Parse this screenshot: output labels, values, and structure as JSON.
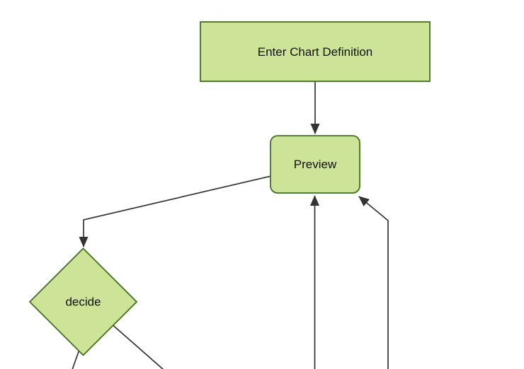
{
  "diagram": {
    "type": "flowchart",
    "direction": "top-down",
    "background": "#ffffff",
    "colors": {
      "node_fill": "#cde498",
      "node_border": "#41701f",
      "edge": "#333333",
      "text": "#111111"
    },
    "nodes": [
      {
        "id": "enter-chart-definition",
        "label": "Enter Chart Definition",
        "shape": "rectangle"
      },
      {
        "id": "preview",
        "label": "Preview",
        "shape": "rounded-rectangle"
      },
      {
        "id": "decide",
        "label": "decide",
        "shape": "diamond"
      }
    ],
    "edges": [
      {
        "from": "enter-chart-definition",
        "to": "preview",
        "arrow": "to"
      },
      {
        "from": "preview",
        "to": "decide",
        "arrow": "to"
      },
      {
        "from": "decide",
        "to": "offscreen-bottom-left",
        "arrow": "none-visible"
      },
      {
        "from": "decide",
        "to": "offscreen-bottom-right",
        "arrow": "none-visible"
      },
      {
        "from": "offscreen-bottom-center",
        "to": "preview",
        "arrow": "to"
      },
      {
        "from": "offscreen-bottom-right",
        "to": "preview",
        "arrow": "to"
      }
    ]
  }
}
